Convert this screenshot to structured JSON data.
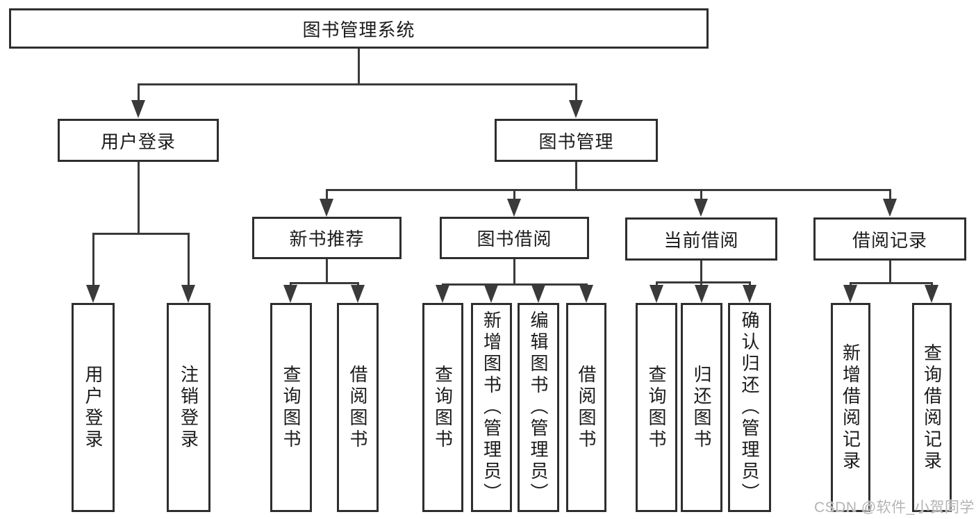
{
  "tree": {
    "label": "图书管理系统",
    "children": [
      {
        "label": "用户登录",
        "children": [
          {
            "label": "用户登录"
          },
          {
            "label": "注销登录"
          }
        ]
      },
      {
        "label": "图书管理",
        "children": [
          {
            "label": "新书推荐",
            "children": [
              {
                "label": "查询图书"
              },
              {
                "label": "借阅图书"
              }
            ]
          },
          {
            "label": "图书借阅",
            "children": [
              {
                "label": "查询图书"
              },
              {
                "label": "新增图书（管理员）"
              },
              {
                "label": "编辑图书（管理员）"
              },
              {
                "label": "借阅图书"
              }
            ]
          },
          {
            "label": "当前借阅",
            "children": [
              {
                "label": "查询图书"
              },
              {
                "label": "归还图书"
              },
              {
                "label": "确认归还（管理员）"
              }
            ]
          },
          {
            "label": "借阅记录",
            "children": [
              {
                "label": "新增借阅记录"
              },
              {
                "label": "查询借阅记录"
              }
            ]
          }
        ]
      }
    ]
  },
  "watermark": {
    "text": "CSDN @软件_小贺同学"
  },
  "colors": {
    "line": "#3a3a3a",
    "box-border": "#2e2e2e",
    "text": "#1b1b1b",
    "watermark": "#b4b4b4",
    "background": "#ffffff"
  }
}
